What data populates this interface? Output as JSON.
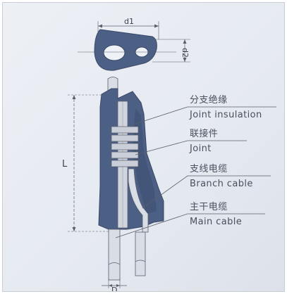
{
  "dimensions": {
    "d1": "d1",
    "d2": "d2",
    "L": "L",
    "D": "D"
  },
  "callouts": [
    {
      "zh": "分支绝缘",
      "en": "Joint insulation"
    },
    {
      "zh": "联接件",
      "en": "Joint"
    },
    {
      "zh": "支线电缆",
      "en": "Branch cable"
    },
    {
      "zh": "主干电缆",
      "en": "Main cable"
    }
  ],
  "colors": {
    "body": "#4c5f85",
    "body_dark": "#3c4d70",
    "cable": "#d9dde6",
    "line": "#5a5f6b",
    "text": "#4a4f5c"
  }
}
